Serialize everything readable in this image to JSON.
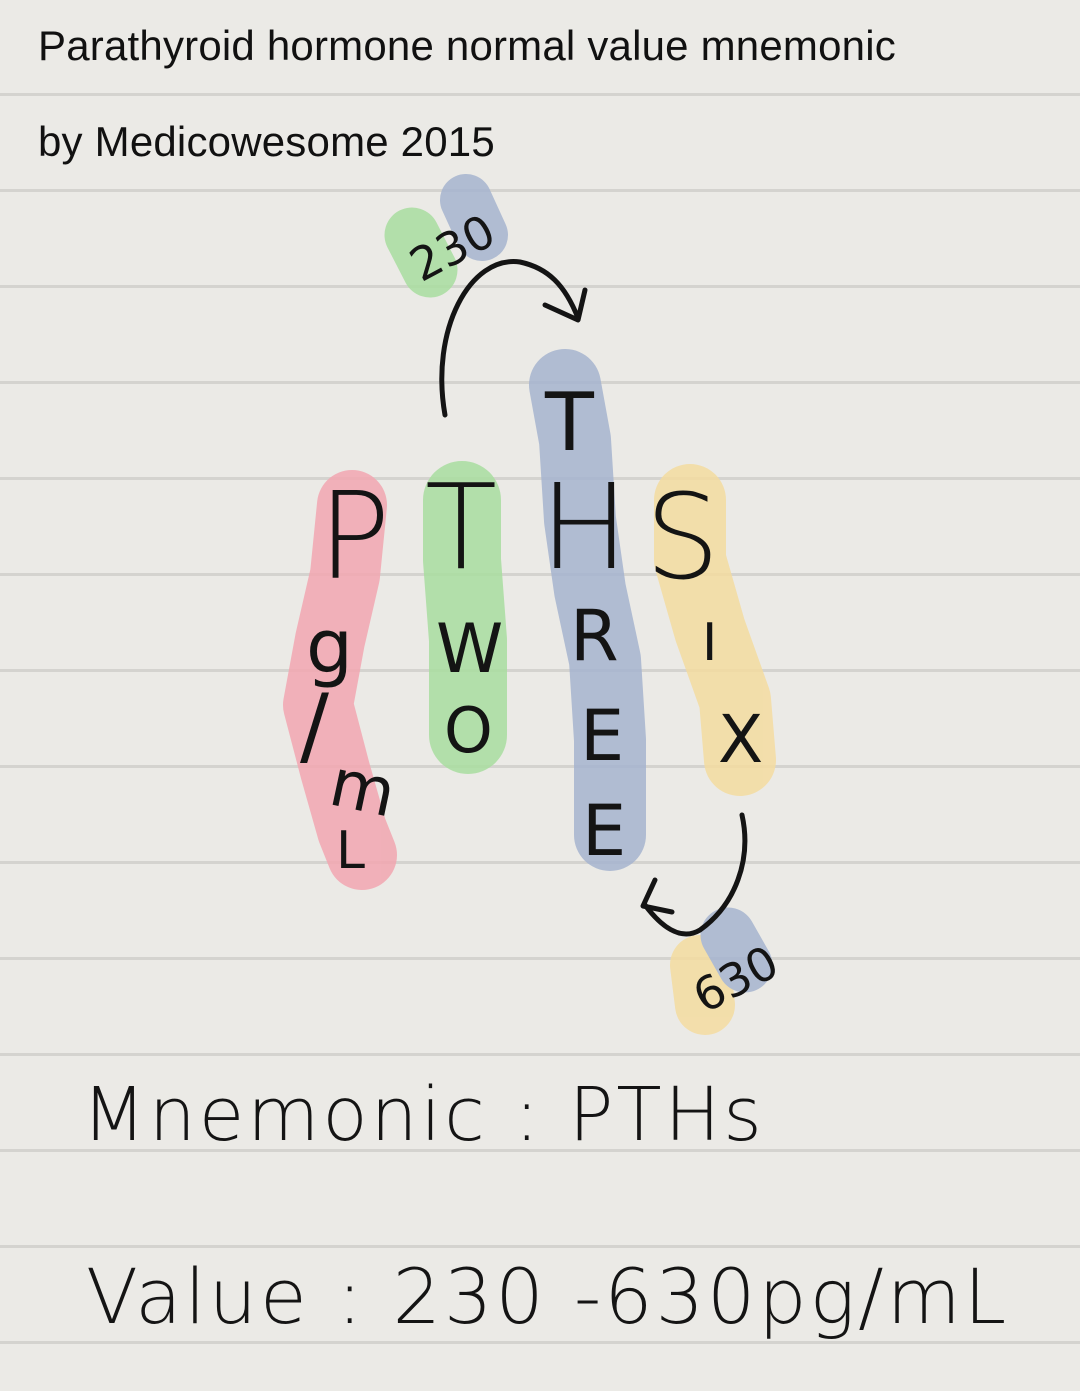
{
  "header": {
    "title": "Parathyroid hormone normal value mnemonic",
    "subtitle": "by Medicowesome 2015"
  },
  "diagram": {
    "top_number": "230",
    "bottom_number": "630",
    "acronym": [
      "P",
      "T",
      "H",
      "S"
    ],
    "column_p": [
      "g",
      "/",
      "m",
      "L"
    ],
    "column_t": [
      "W",
      "O"
    ],
    "column_h_above": "T",
    "column_h_below": [
      "R",
      "E",
      "E"
    ],
    "column_s": [
      "I",
      "X"
    ],
    "highlight_colors": {
      "red": "#f2a6b0",
      "green": "#a9dea0",
      "blue": "#a6b4cf",
      "yellow": "#f4dca0"
    }
  },
  "summary": {
    "mnemonic_line": "Mnemonic : PTHs",
    "value_line": "Value : 230 -630pg/mL"
  }
}
